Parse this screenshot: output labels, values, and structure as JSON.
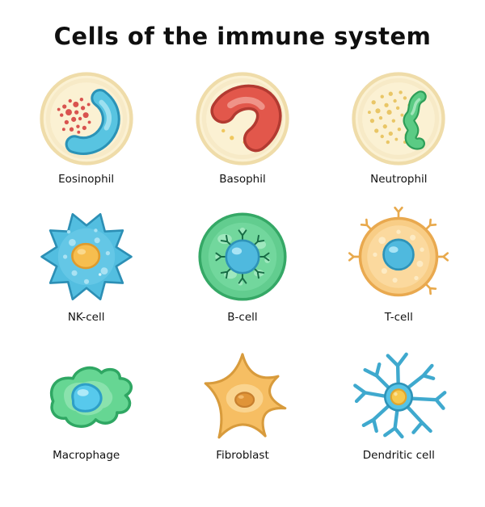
{
  "title": "Cells of the immune system",
  "cells": [
    {
      "id": "eosinophil",
      "label": "Eosinophil"
    },
    {
      "id": "basophil",
      "label": "Basophil"
    },
    {
      "id": "neutrophil",
      "label": "Neutrophil"
    },
    {
      "id": "nk-cell",
      "label": "NK-cell"
    },
    {
      "id": "b-cell",
      "label": "B-cell"
    },
    {
      "id": "t-cell",
      "label": "T-cell"
    },
    {
      "id": "macrophage",
      "label": "Macrophage"
    },
    {
      "id": "fibroblast",
      "label": "Fibroblast"
    },
    {
      "id": "dendritic-cell",
      "label": "Dendritic cell"
    }
  ],
  "palette": {
    "background": "#ffffff",
    "granulocyte_body": "#FBF1D3",
    "granulocyte_rim": "#EFDCA9",
    "eosinophil_granules": "#D9534F",
    "eosinophil_nucleus": "#58C4E1",
    "basophil_granules": "#EFC75E",
    "basophil_nucleus": "#E2574B",
    "neutrophil_granules": "#E9C666",
    "neutrophil_nucleus": "#5BCB84",
    "nk_body": "#53BEE0",
    "nk_nucleus": "#F6BE4F",
    "b_body": "#62CD8F",
    "b_nucleus": "#4FB9DE",
    "t_body": "#F8CD86",
    "t_nucleus": "#4FB9DE",
    "macrophage_body": "#66D693",
    "macrophage_nucleus": "#57C9EC",
    "fibroblast_body": "#F6BE63",
    "fibroblast_nucleus": "#E09438",
    "dendritic_body": "#55C3E6",
    "dendritic_nucleus": "#F6C94F"
  }
}
